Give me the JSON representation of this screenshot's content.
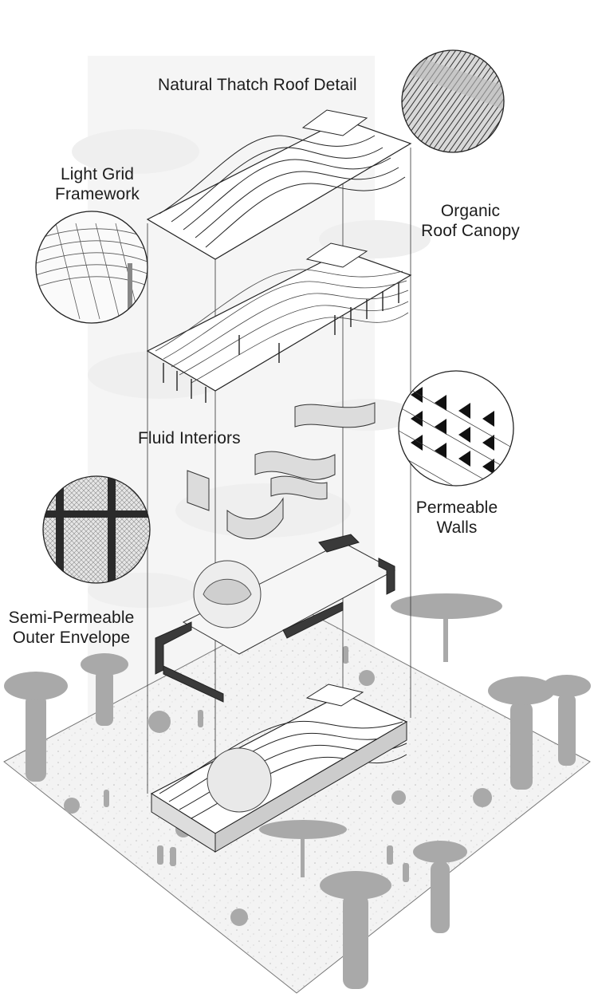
{
  "labels": {
    "roof_detail": "Natural Thatch Roof Detail",
    "grid_line1": "Light Grid",
    "grid_line2": "Framework",
    "canopy_line1": "Organic",
    "canopy_line2": "Roof Canopy",
    "interiors": "Fluid Interiors",
    "walls_line1": "Permeable",
    "walls_line2": "Walls",
    "envelope_line1": "Semi-Permeable",
    "envelope_line2": "Outer Envelope"
  },
  "colors": {
    "ink": "#1c1c1c",
    "silhouette": "#a9a9a9",
    "haze": "#ececec",
    "ground": "#f4f4f4",
    "dark_wall": "#3a3a3a"
  }
}
